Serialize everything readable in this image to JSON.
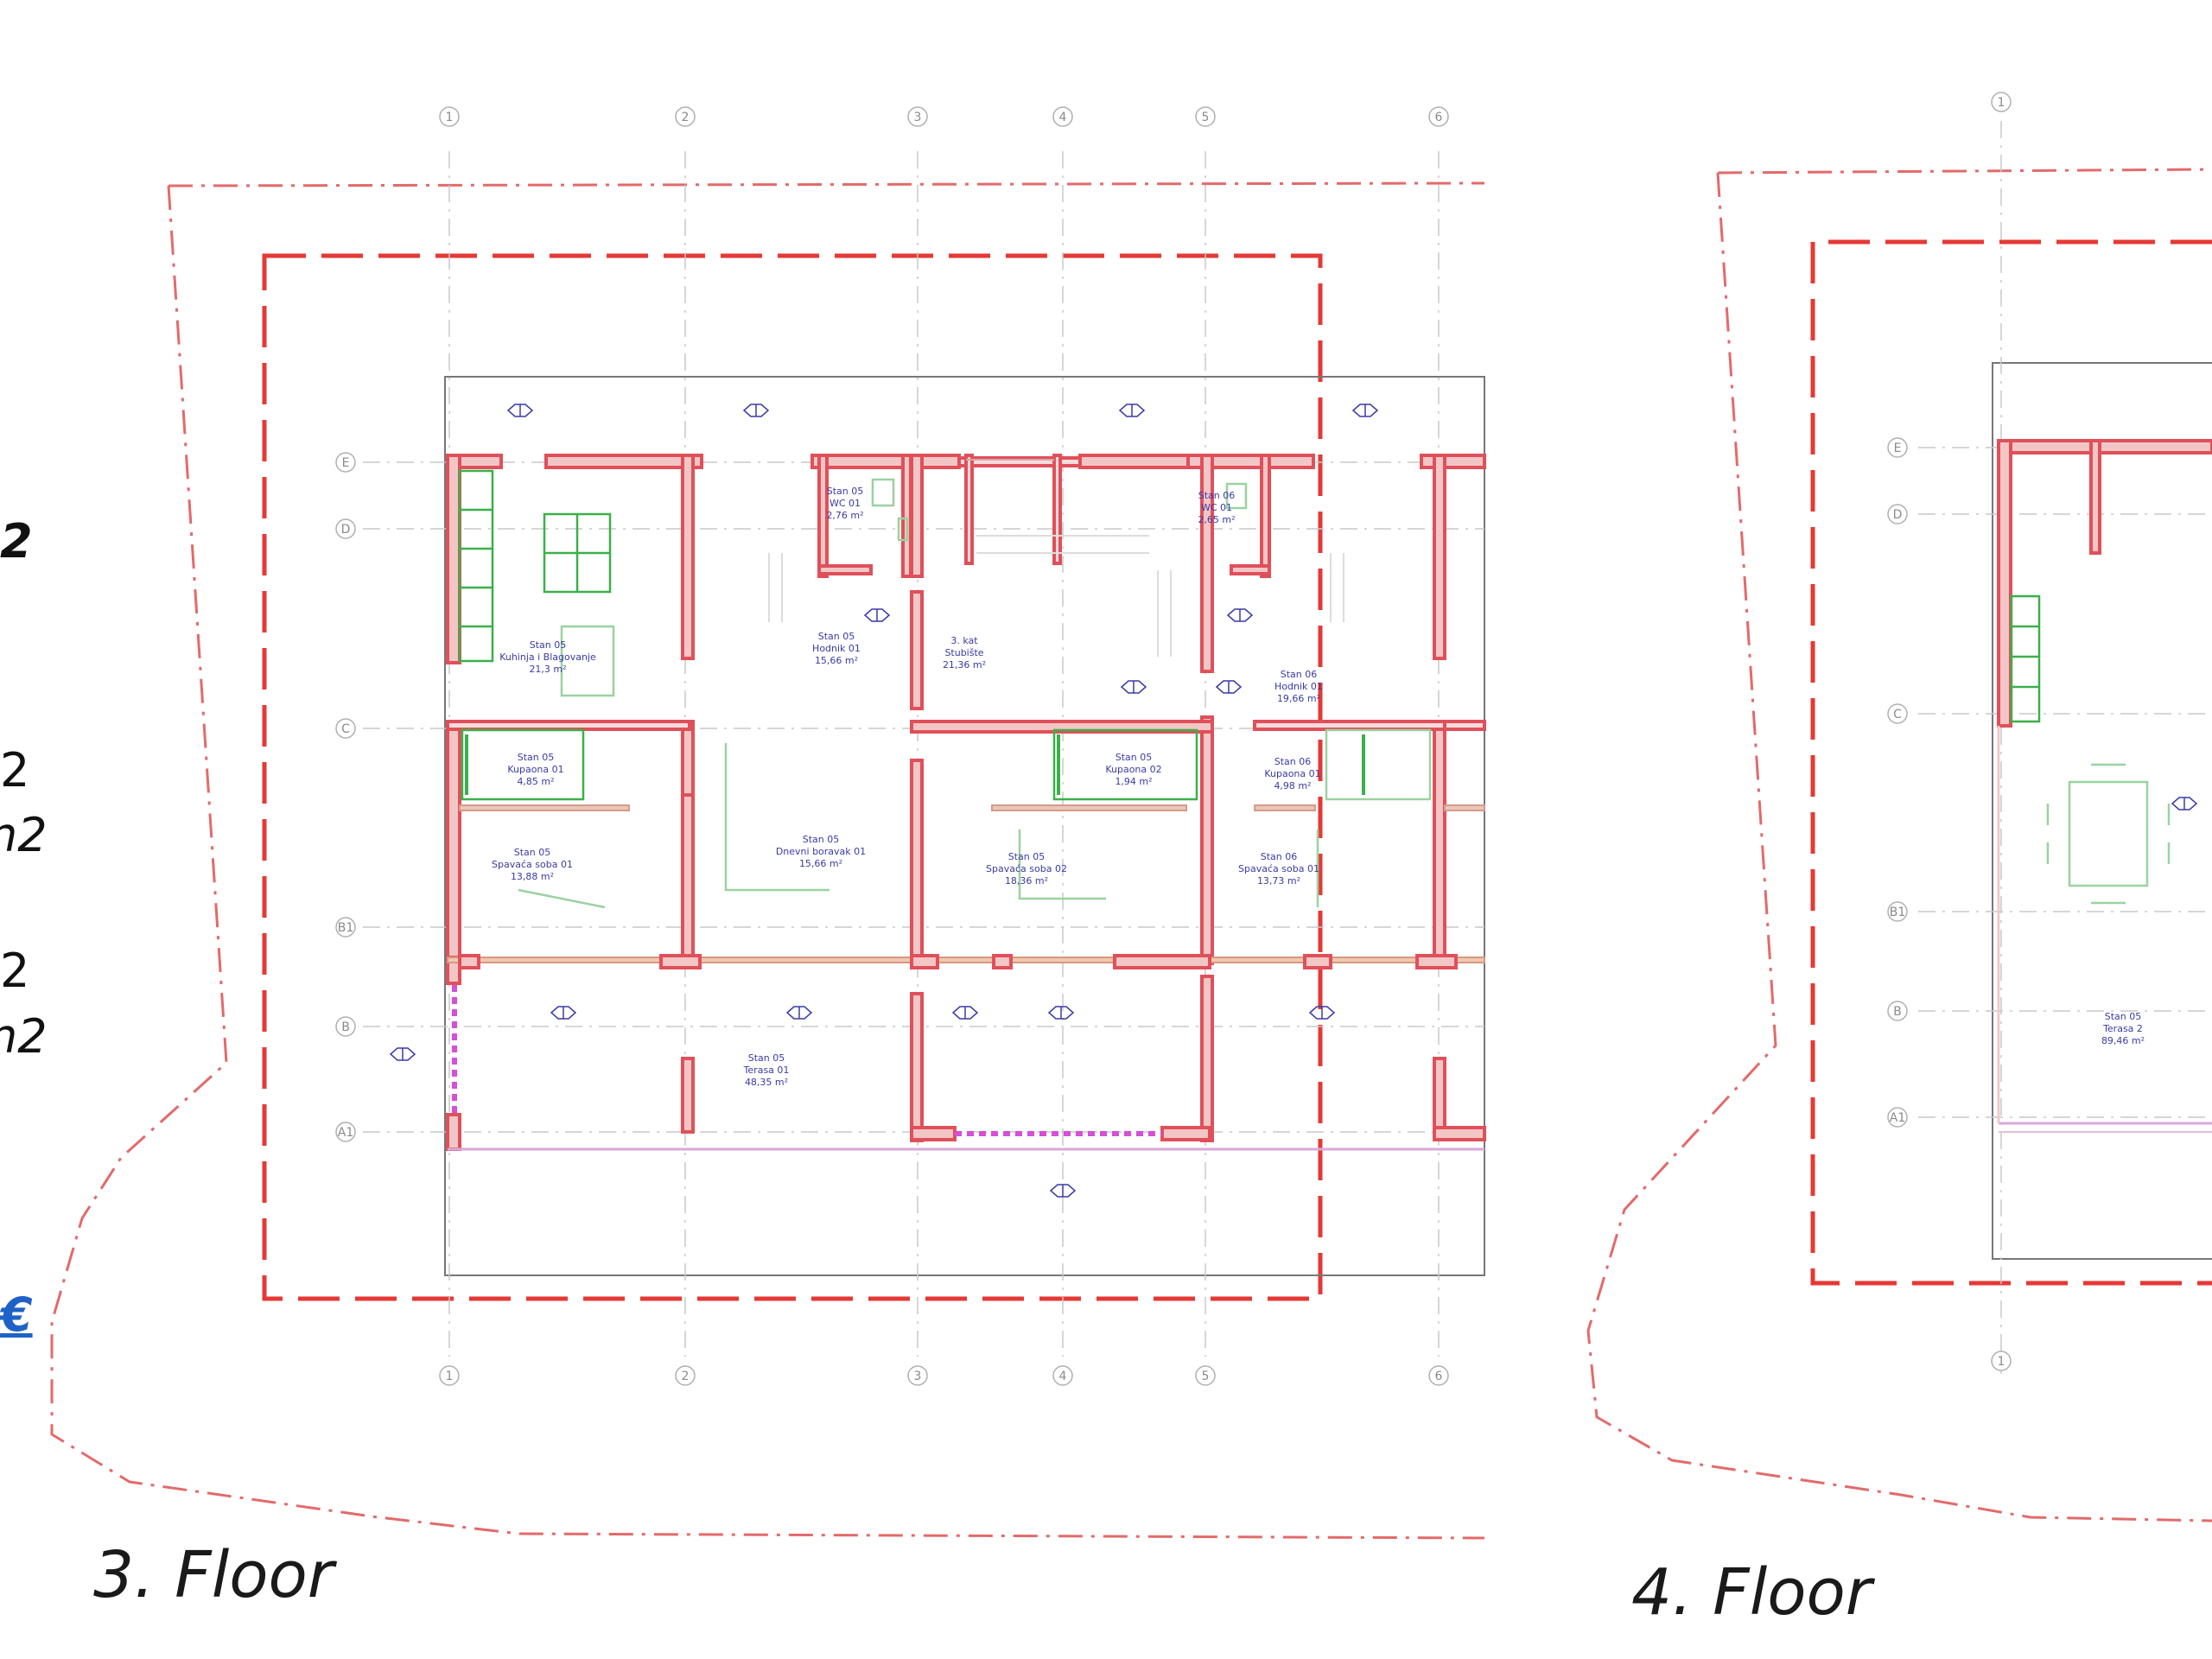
{
  "floors": [
    {
      "title": "3. Floor"
    },
    {
      "title": "4. Floor"
    }
  ],
  "left_edge": {
    "bold_value": "2",
    "area_1_value": "2",
    "area_1_unit": "n2",
    "area_2_value": "2",
    "area_2_unit": "n2",
    "price_link": "€"
  },
  "plan3": {
    "grid_top": [
      "1",
      "2",
      "3",
      "4",
      "5",
      "6"
    ],
    "grid_bottom": [
      "1",
      "2",
      "3",
      "4",
      "5",
      "6"
    ],
    "grid_rows": [
      "E",
      "D",
      "C",
      "B1",
      "B",
      "A1"
    ],
    "rooms": [
      {
        "name": "Stan 05",
        "type": "Kuhinja i Blagovanje",
        "area": "21,3 m²"
      },
      {
        "name": "Stan 05",
        "type": "WC 01",
        "area": "2,76 m²"
      },
      {
        "name": "Stan 05",
        "type": "Hodnik 01",
        "area": "15,66 m²"
      },
      {
        "name": "3. kat",
        "type": "Stubište",
        "area": "21,36 m²"
      },
      {
        "name": "Stan 06",
        "type": "WC 01",
        "area": "2,65 m²"
      },
      {
        "name": "Stan 06",
        "type": "Hodnik 01",
        "area": "19,66 m²"
      },
      {
        "name": "Stan 05",
        "type": "Kupaona 01",
        "area": "4,85 m²"
      },
      {
        "name": "Stan 05",
        "type": "Kupaona 02",
        "area": "1,94 m²"
      },
      {
        "name": "Stan 06",
        "type": "Kupaona 01",
        "area": "4,98 m²"
      },
      {
        "name": "Stan 05",
        "type": "Spavaća soba 01",
        "area": "13,88 m²"
      },
      {
        "name": "Stan 05",
        "type": "Dnevni boravak 01",
        "area": "15,66 m²"
      },
      {
        "name": "Stan 05",
        "type": "Spavaća soba 02",
        "area": "18,36 m²"
      },
      {
        "name": "Stan 06",
        "type": "Spavaća soba 01",
        "area": "13,73 m²"
      },
      {
        "name": "Stan 05",
        "type": "Terasa 01",
        "area": "48,35 m²"
      }
    ]
  },
  "plan4": {
    "grid_top": [
      "1"
    ],
    "grid_bottom": [
      "1"
    ],
    "grid_rows": [
      "E",
      "D",
      "C",
      "B1",
      "B",
      "A1"
    ],
    "rooms": [
      {
        "name": "Stan 05",
        "type": "Terasa 2",
        "area": "89,46 m²"
      }
    ]
  },
  "colors": {
    "wall": "#e0505a",
    "boundary": "#e53935",
    "plot_line": "#e05a5a",
    "label": "#3a3aa8",
    "fixture": "#3bb04a",
    "grid": "#9a9a9a",
    "railing": "#d64fd6"
  }
}
